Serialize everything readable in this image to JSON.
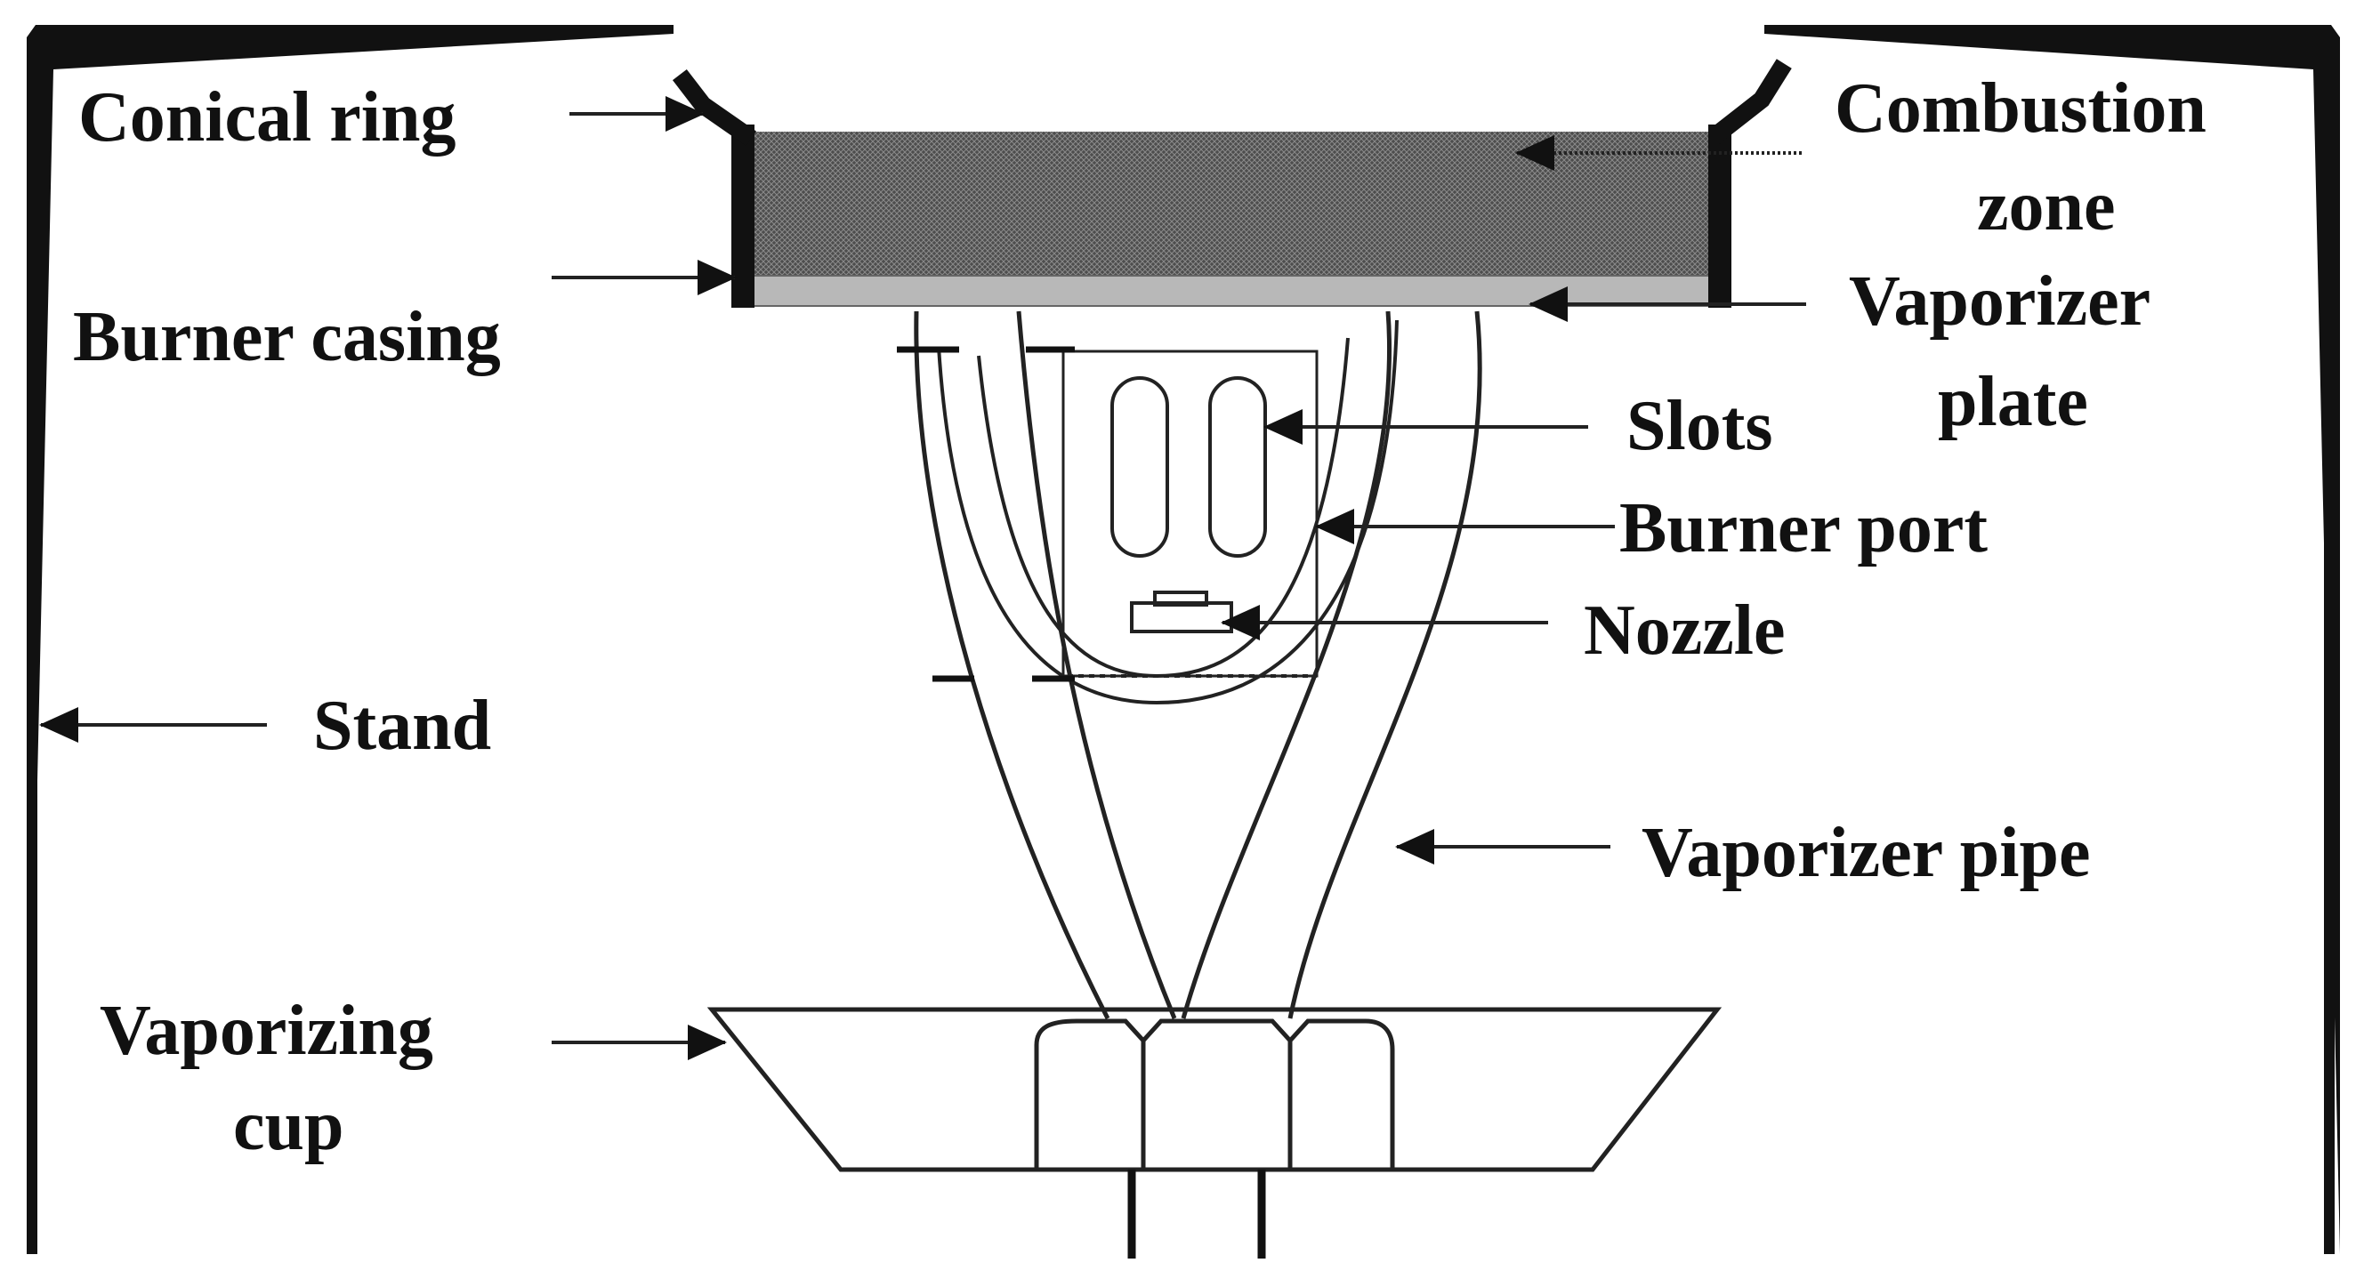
{
  "labels": {
    "conical_ring": "Conical ring",
    "combustion_zone_1": "Combustion",
    "combustion_zone_2": "zone",
    "burner_casing": "Burner casing",
    "vaporizer_plate_1": "Vaporizer",
    "vaporizer_plate_2": "plate",
    "slots": "Slots",
    "burner_port": "Burner port",
    "nozzle": "Nozzle",
    "stand": "Stand",
    "vaporizer_pipe": "Vaporizer pipe",
    "vaporizing_cup_1": "Vaporizing",
    "vaporizing_cup_2": "cup"
  },
  "colors": {
    "line": "#222222",
    "combustion_fill": "#5f5f5f",
    "plate_fill": "#b8b8b8",
    "background": "#ffffff"
  }
}
